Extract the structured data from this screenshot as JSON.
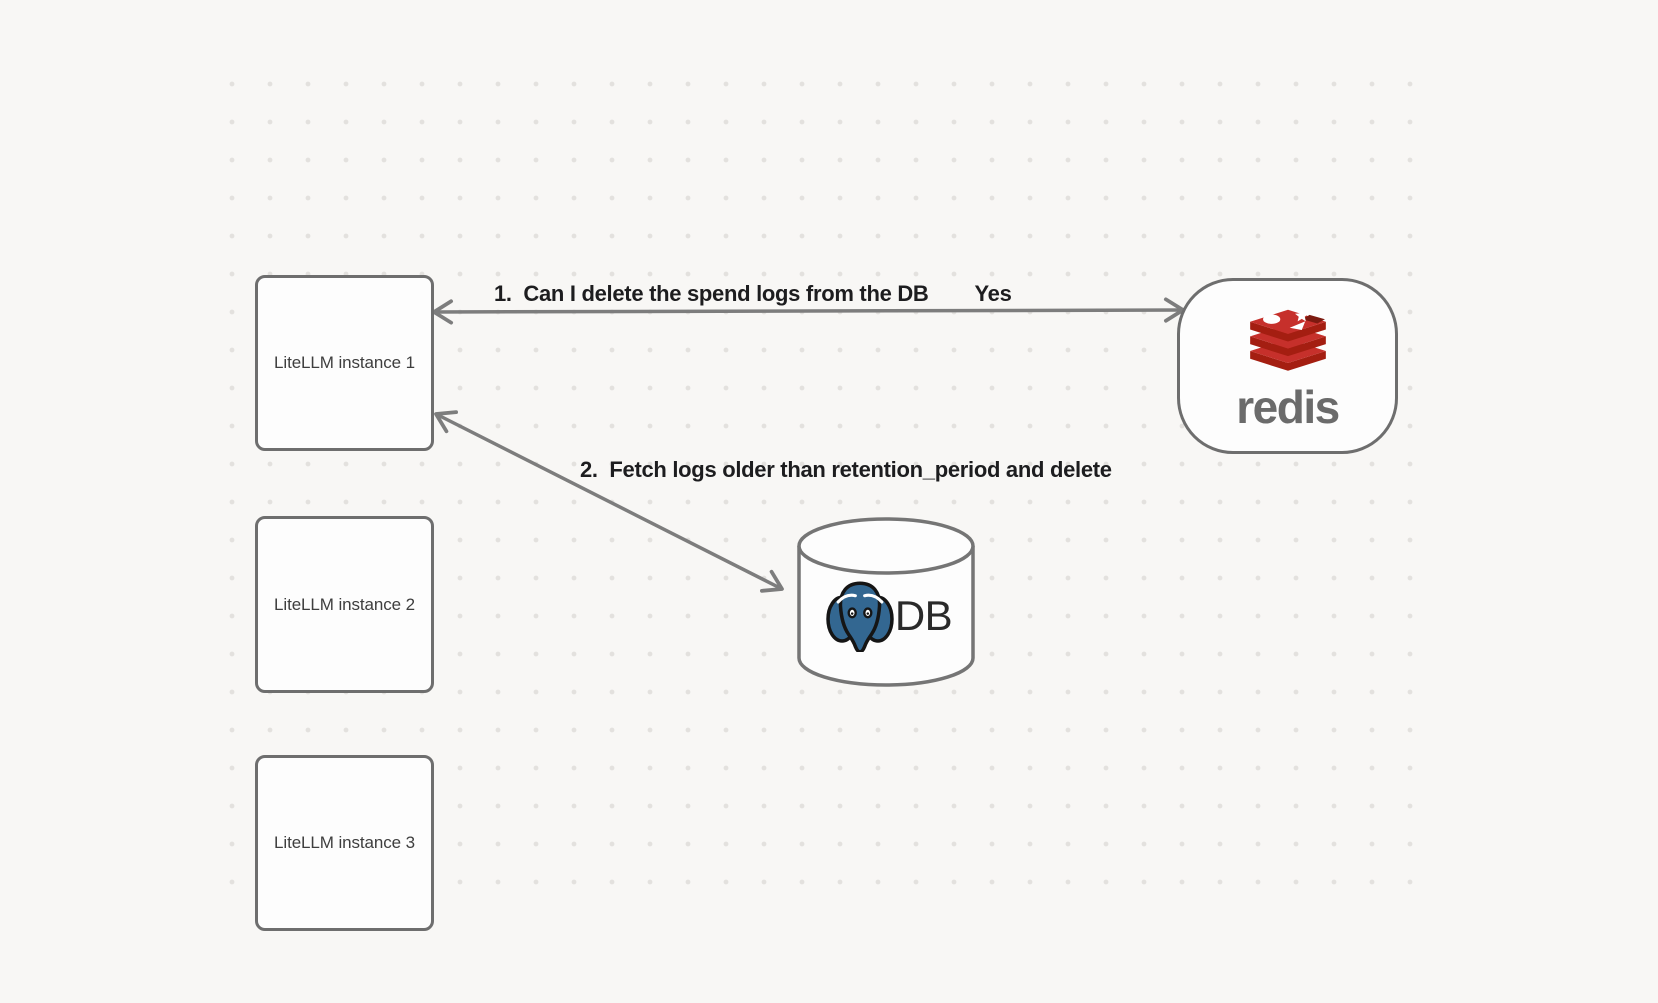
{
  "diagram": {
    "nodes": {
      "instances": [
        {
          "label": "LiteLLM instance 1"
        },
        {
          "label": "LiteLLM instance 2"
        },
        {
          "label": "LiteLLM instance 3"
        }
      ],
      "redis": {
        "wordmark": "redis"
      },
      "database": {
        "label": "DB"
      }
    },
    "edges": [
      {
        "label": "1.  Can I delete the spend logs from the DB",
        "response": "Yes",
        "from": "LiteLLM instance 1",
        "to": "redis",
        "style": "bidirectional-arrow"
      },
      {
        "label": "2.  Fetch logs older than retention_period and delete",
        "from": "LiteLLM instance 1",
        "to": "DB",
        "style": "bidirectional-arrow"
      }
    ],
    "colors": {
      "background": "#f8f7f5",
      "grid_dot": "#e3e1de",
      "node_border": "#6e6e6e",
      "node_fill": "#fdfdfd",
      "arrow": "#7d7d7d",
      "edge_label_text": "#1d1d1f",
      "node_label_text": "#3e3e3e",
      "redis_red": "#c6302b",
      "redis_dark_red": "#a41e11",
      "redis_wordmark_gray": "#6b6b6b",
      "postgres_blue": "#336791",
      "db_text": "#2a2a2a"
    }
  }
}
